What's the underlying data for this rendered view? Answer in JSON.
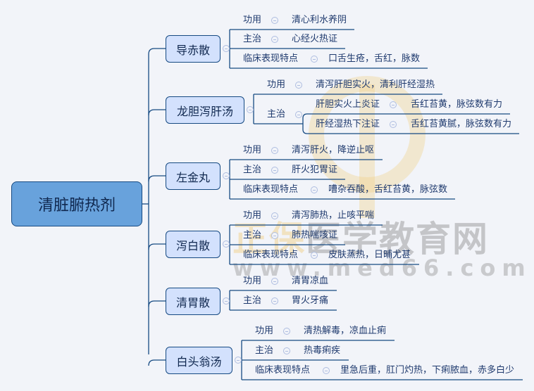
{
  "root": "清脏腑热剂",
  "watermark": {
    "brand_a": "正保",
    "brand_b": "医学教育网",
    "url": "www.med66.com"
  },
  "branches": [
    {
      "name": "导赤散",
      "rows": [
        {
          "label": "功用",
          "value": "清心利水养阴"
        },
        {
          "label": "主治",
          "value": "心经火热证"
        },
        {
          "label": "临床表现特点",
          "value": "口舌生疮，舌红，脉数"
        }
      ]
    },
    {
      "name": "龙胆泻肝汤",
      "rows": [
        {
          "label": "功用",
          "value": "清泻肝胆实火，清利肝经湿热"
        },
        {
          "label": "主治",
          "sub": [
            {
              "label": "肝胆实火上炎证",
              "value": "舌红苔黄，脉弦数有力"
            },
            {
              "label": "肝经湿热下注证",
              "value": "舌红苔黄腻，脉弦数有力"
            }
          ]
        }
      ]
    },
    {
      "name": "左金丸",
      "rows": [
        {
          "label": "功用",
          "value": "清泻肝火，降逆止呕"
        },
        {
          "label": "主治",
          "value": "肝火犯胃证"
        },
        {
          "label": "临床表现特点",
          "value": "嘈杂吞酸，舌红苔黄，脉弦数"
        }
      ]
    },
    {
      "name": "泻白散",
      "rows": [
        {
          "label": "功用",
          "value": "清泻肺热，止咳平喘"
        },
        {
          "label": "主治",
          "value": "肺热喘咳证"
        },
        {
          "label": "临床表现特点",
          "value": "皮肤蒸热，日晡尤甚"
        }
      ]
    },
    {
      "name": "清胃散",
      "rows": [
        {
          "label": "功用",
          "value": "清胃凉血"
        },
        {
          "label": "主治",
          "value": "胃火牙痛"
        }
      ]
    },
    {
      "name": "白头翁汤",
      "rows": [
        {
          "label": "功用",
          "value": "清热解毒，凉血止痢"
        },
        {
          "label": "主治",
          "value": "热毒痢疾"
        },
        {
          "label": "临床表现特点",
          "value": "里急后重，肛门灼热，下痢脓血，赤多白少"
        }
      ]
    }
  ]
}
